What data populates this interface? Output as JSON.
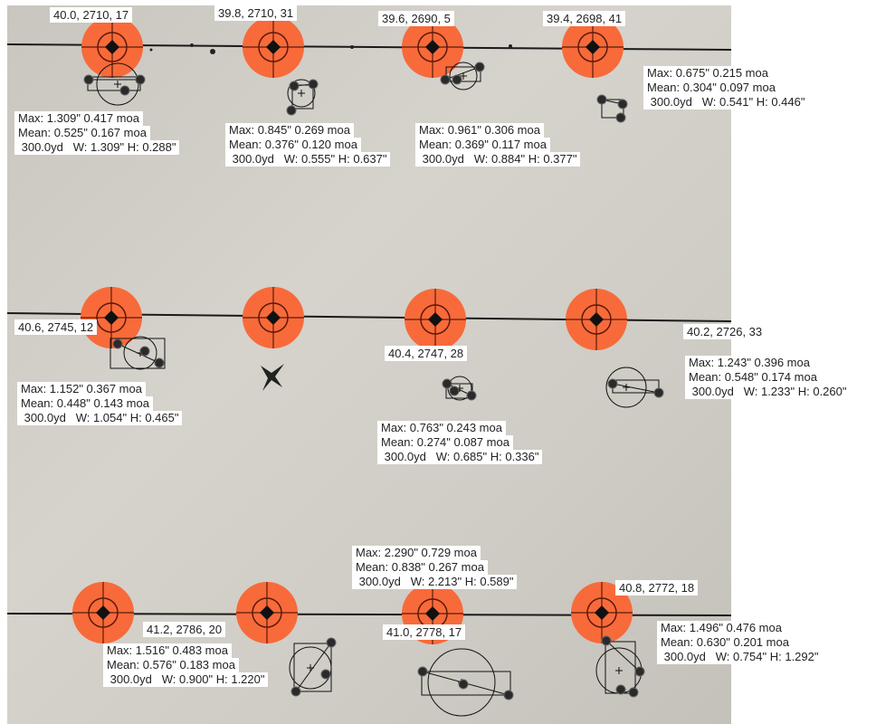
{
  "colors": {
    "target_orange": "#f86a3a",
    "paper": "#cfccc5",
    "marks": "#111111",
    "label_bg": "#ffffff"
  },
  "groups": [
    {
      "label": "40.0, 2710, 17",
      "max": "Max: 1.309\" 0.417 moa",
      "mean": "Mean: 0.525\" 0.167 moa",
      "size": " 300.0yd   W: 1.309\" H: 0.288\""
    },
    {
      "label": "39.8, 2710, 31",
      "max": "Max: 0.845\" 0.269 moa",
      "mean": "Mean: 0.376\" 0.120 moa",
      "size": " 300.0yd   W: 0.555\" H: 0.637\""
    },
    {
      "label": "39.6, 2690, 5",
      "max": "Max: 0.961\" 0.306 moa",
      "mean": "Mean: 0.369\" 0.117 moa",
      "size": " 300.0yd   W: 0.884\" H: 0.377\""
    },
    {
      "label": "39.4, 2698, 41",
      "max": "Max: 0.675\" 0.215 moa",
      "mean": "Mean: 0.304\" 0.097 moa",
      "size": " 300.0yd   W: 0.541\" H: 0.446\""
    },
    {
      "label": "40.6, 2745, 12",
      "max": "Max: 1.152\" 0.367 moa",
      "mean": "Mean: 0.448\" 0.143 moa",
      "size": " 300.0yd   W: 1.054\" H: 0.465\""
    },
    {
      "label": "40.4, 2747, 28",
      "max": "Max: 0.763\" 0.243 moa",
      "mean": "Mean: 0.274\" 0.087 moa",
      "size": " 300.0yd   W: 0.685\" H: 0.336\""
    },
    {
      "label": "40.2, 2726, 33",
      "max": "Max: 1.243\" 0.396 moa",
      "mean": "Mean: 0.548\" 0.174 moa",
      "size": " 300.0yd   W: 1.233\" H: 0.260\""
    },
    {
      "label": "41.2, 2786, 20",
      "max": "Max: 1.516\" 0.483 moa",
      "mean": "Mean: 0.576\" 0.183 moa",
      "size": " 300.0yd   W: 0.900\" H: 1.220\""
    },
    {
      "label": "41.0, 2778, 17",
      "max": "Max: 2.290\" 0.729 moa",
      "mean": "Mean: 0.838\" 0.267 moa",
      "size": " 300.0yd   W: 2.213\" H: 0.589\""
    },
    {
      "label": "40.8, 2772, 18",
      "max": "Max: 1.496\" 0.476 moa",
      "mean": "Mean: 0.630\" 0.201 moa",
      "size": " 300.0yd   W: 0.754\" H: 1.292\""
    }
  ]
}
